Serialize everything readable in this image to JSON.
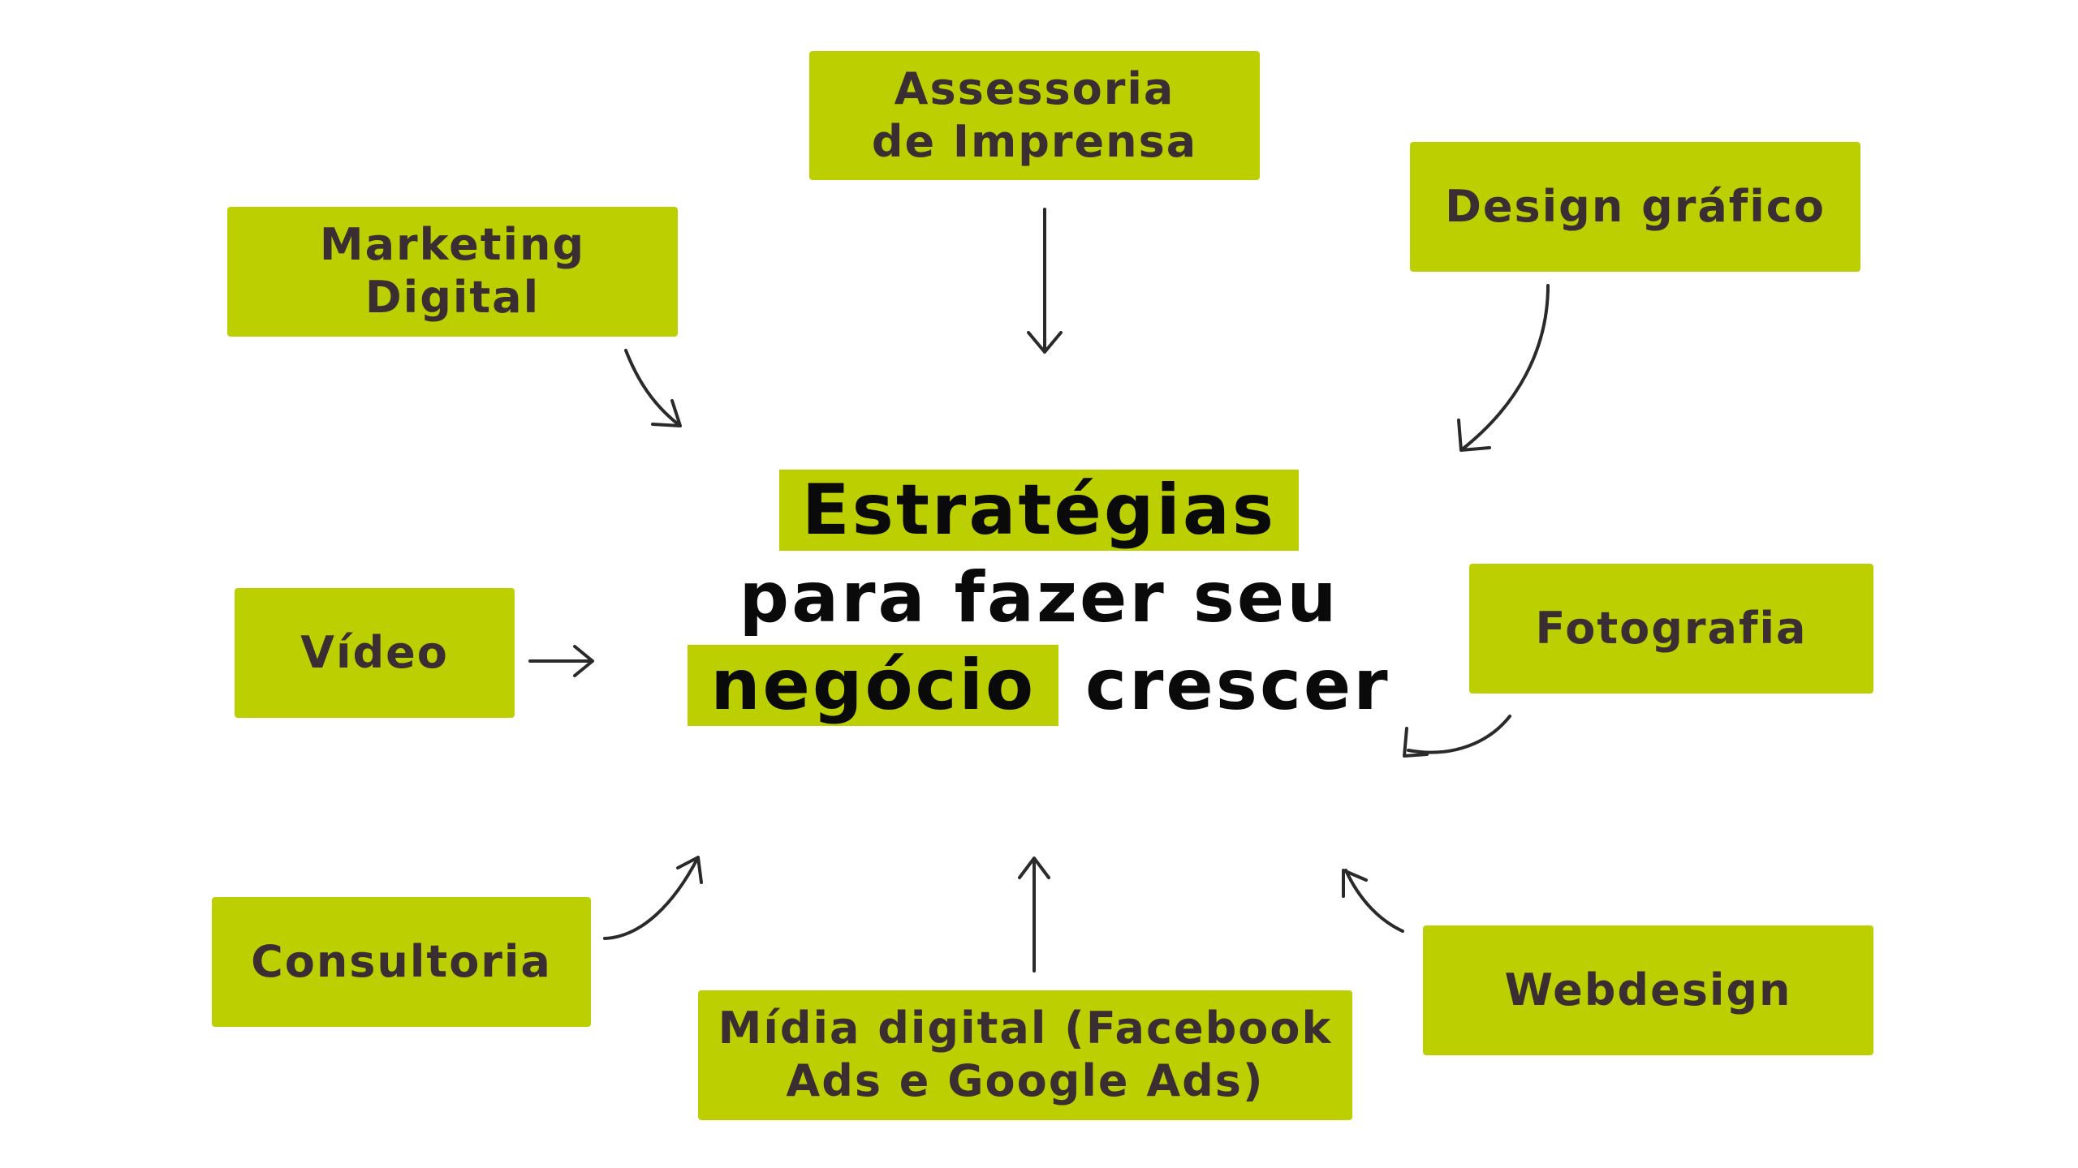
{
  "nodes": {
    "assessoria": "Assessoria\nde Imprensa",
    "design": "Design gráfico",
    "marketing": "Marketing Digital",
    "video": "Vídeo",
    "fotografia": "Fotografia",
    "consultoria": "Consultoria",
    "midia": "Mídia digital (Facebook\nAds e Google Ads)",
    "webdesign": "Webdesign"
  },
  "center": {
    "word1": "Estratégias",
    "line2": "para fazer seu",
    "word3": "negócio",
    "word4": "crescer"
  },
  "colors": {
    "accent": "#bccf00",
    "box_text": "#3a2e33",
    "center_text": "#0a0a0a",
    "arrow": "#2a2a2a"
  }
}
